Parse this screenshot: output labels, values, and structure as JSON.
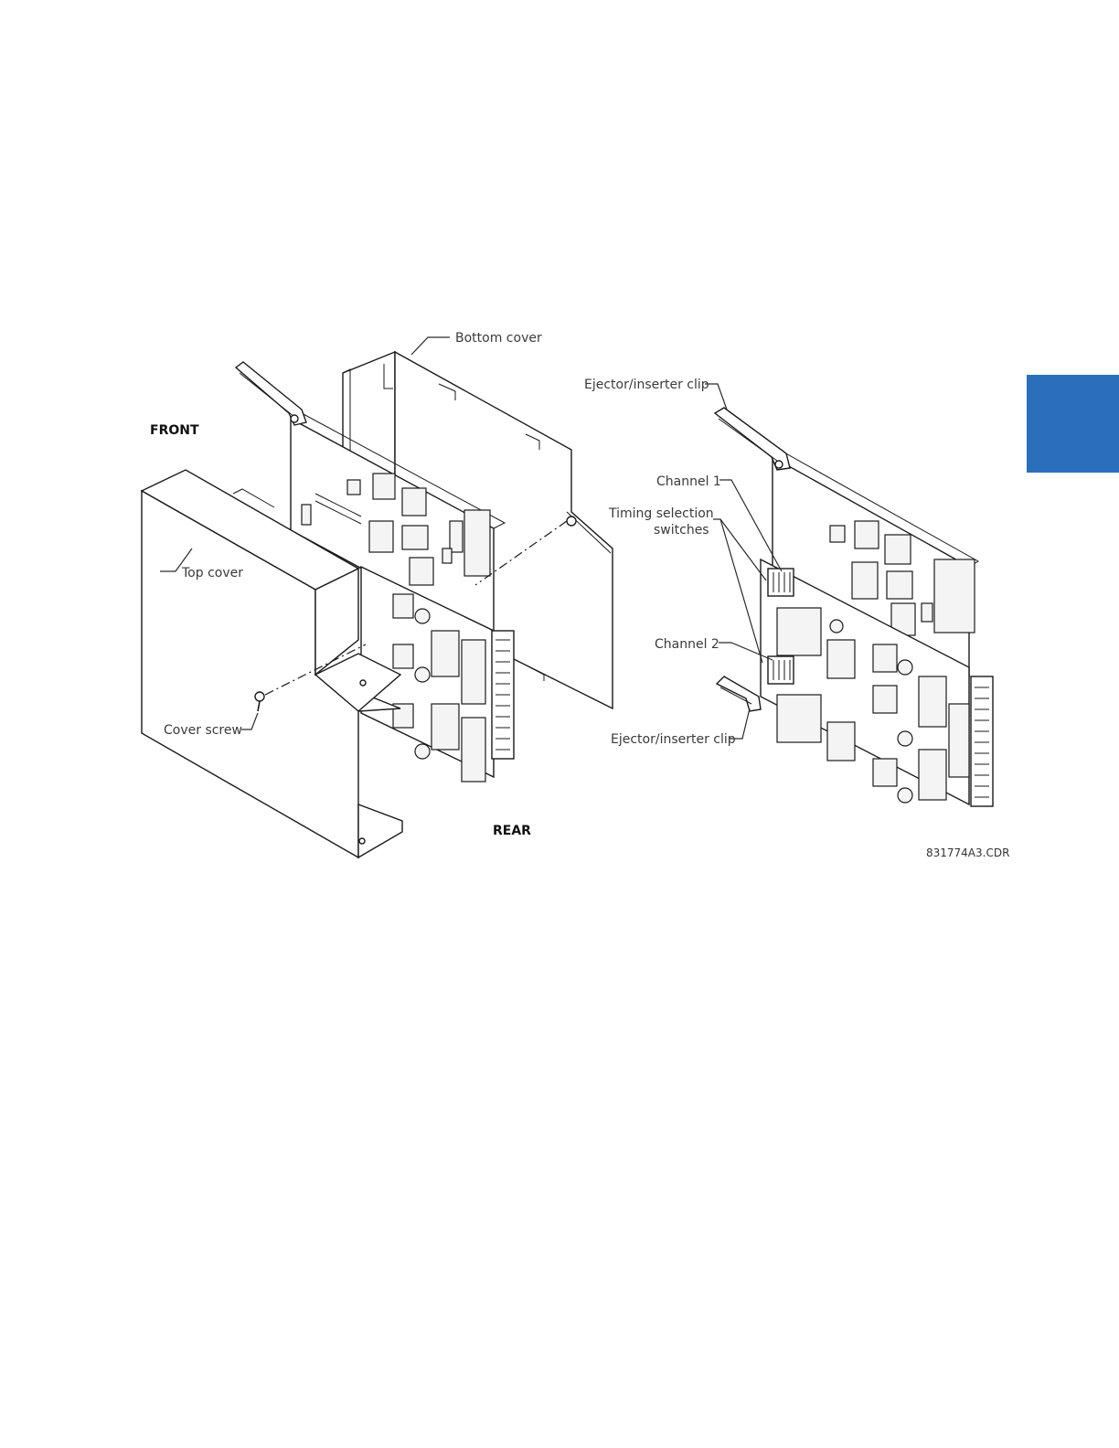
{
  "labels": {
    "front": "FRONT",
    "rear": "REAR",
    "bottom_cover": "Bottom cover",
    "top_cover": "Top cover",
    "cover_screw": "Cover screw",
    "ejector_top": "Ejector/inserter clip",
    "channel_1": "Channel 1",
    "timing_line1": "Timing selection",
    "timing_line2": "switches",
    "channel_2": "Channel 2",
    "ejector_bottom": "Ejector/inserter clip",
    "drawing_code": "831774A3.CDR"
  },
  "colors": {
    "side_tab": "#2a6fbb"
  }
}
